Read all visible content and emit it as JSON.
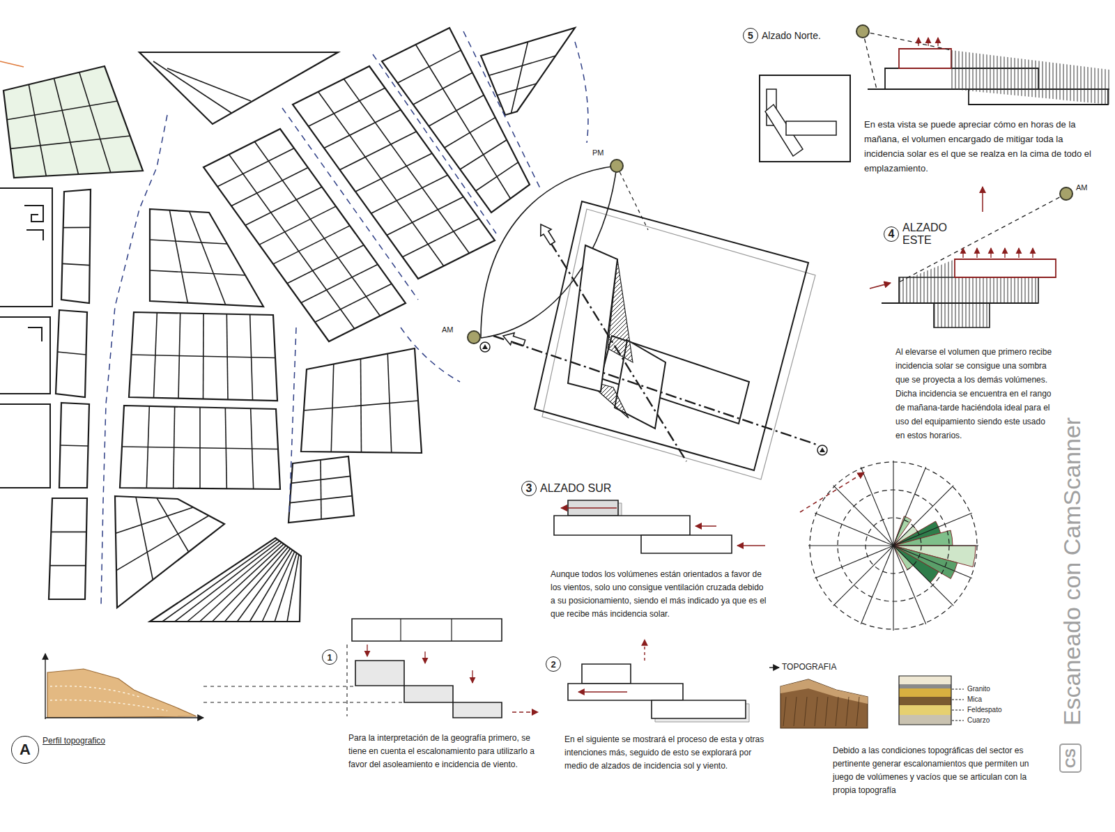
{
  "diagram": {
    "nodes": [
      {
        "text": [
          "5",
          "Alzado Norte."
        ]
      },
      {
        "text": [
          "4",
          "ALZADO ESTE"
        ]
      },
      {
        "text": [
          "3",
          "ALZADO SUR"
        ]
      },
      {
        "text": [
          "1"
        ]
      },
      {
        "text": [
          "2"
        ]
      },
      {
        "text": [
          "A",
          "Perfil topografico"
        ]
      }
    ],
    "labels": [
      "En esta vista se puede apreciar cómo en horas de la mañana, el volumen encargado de mitigar toda la incidencia solar es el que se realza en la cima de todo el emplazamiento.",
      "AM",
      "PM",
      "AM",
      "Al elevarse el volumen que primero recibe incidencia solar se consigue una sombra que se proyecta a los demás volúmenes. Dicha incidencia se encuentra en el rango de mañana-tarde haciéndola ideal para el uso del equipamiento siendo este usado en estos horarios.",
      "Aunque todos los volúmenes están orientados a favor de los vientos, solo uno consigue ventilación cruzada debido a su posicionamiento, siendo el más indicado ya que es el que recibe más incidencia solar.",
      "Para la interpretación de la geografía primero, se tiene en cuenta el escalonamiento para utilizarlo a favor del asoleamiento e incidencia de viento.",
      "En el siguiente se mostrará el proceso de esta y otras intenciones más, seguido de esto se explorará por medio de alzados de incidencia sol y viento.",
      "TOPOGRAFIA",
      "Granito",
      "Mica",
      "Feldespato",
      "Cuarzo",
      "Debido a las condiciones topográficas del sector es pertinente generar escalonamientos que permiten un juego de volúmenes y vacíos que se articulan con la propia topografía",
      "Escaneado con CamScanner",
      "CS"
    ]
  }
}
